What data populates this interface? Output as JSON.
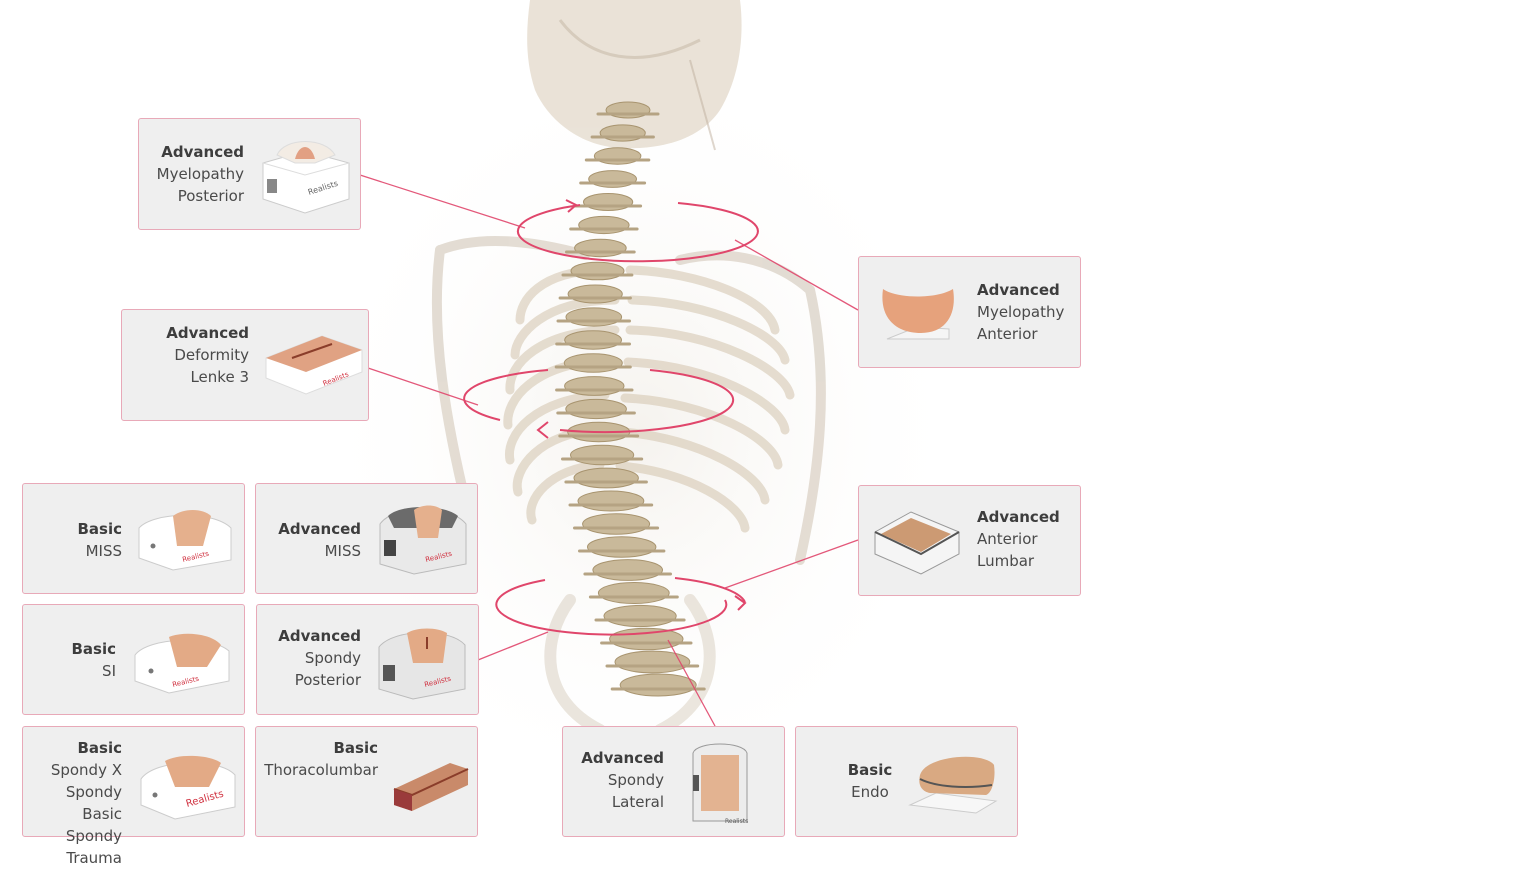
{
  "colors": {
    "accent": "#e0466b",
    "card_bg": "#efefef",
    "card_border": "#e8a9b8",
    "bone": "#c9b99a"
  },
  "cards": {
    "myelopathy_posterior": {
      "tier": "Advanced",
      "lines": [
        "Myelopathy",
        "Posterior"
      ],
      "brand": "Realists"
    },
    "myelopathy_anterior": {
      "tier": "Advanced",
      "lines": [
        "Myelopathy",
        "Anterior"
      ]
    },
    "deformity": {
      "tier": "Advanced",
      "lines": [
        "Deformity",
        "Lenke 3"
      ],
      "brand": "Realists"
    },
    "basic_miss": {
      "tier": "Basic",
      "lines": [
        "MISS"
      ],
      "brand": "Realists"
    },
    "advanced_miss": {
      "tier": "Advanced",
      "lines": [
        "MISS"
      ],
      "brand": "Realists"
    },
    "anterior_lumbar": {
      "tier": "Advanced",
      "lines": [
        "Anterior",
        "Lumbar"
      ]
    },
    "basic_si": {
      "tier": "Basic",
      "lines": [
        "SI"
      ],
      "brand": "Realists"
    },
    "spondy_posterior": {
      "tier": "Advanced",
      "lines": [
        "Spondy",
        "Posterior"
      ],
      "brand": "Realists"
    },
    "basic_spondy": {
      "tier": "Basic",
      "lines": [
        "Spondy X",
        "Spondy Basic",
        "Spondy Trauma"
      ],
      "brand": "Realists"
    },
    "thoracolumbar": {
      "tier": "Basic",
      "lines": [
        "Thoracolumbar"
      ]
    },
    "spondy_lateral": {
      "tier": "Advanced",
      "lines": [
        "Spondy",
        "Lateral"
      ],
      "brand": "Realists"
    },
    "endo": {
      "tier": "Basic",
      "lines": [
        "Endo"
      ]
    }
  }
}
